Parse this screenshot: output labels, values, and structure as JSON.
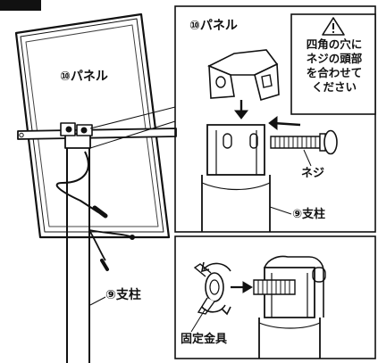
{
  "main": {
    "panel_label": "⑩パネル",
    "pole_label": "⑨支柱"
  },
  "top_detail": {
    "panel_label": "⑩パネル",
    "warning_icon": "warning-triangle-icon",
    "warning_lines": [
      "四角の穴に",
      "ネジの頭部",
      "を合わせて",
      "ください"
    ],
    "screw_label": "ネジ",
    "pole_label": "⑨支柱"
  },
  "bottom_detail": {
    "bracket_label": "固定金具",
    "rotate_icon": "rotate-arrows-icon"
  }
}
